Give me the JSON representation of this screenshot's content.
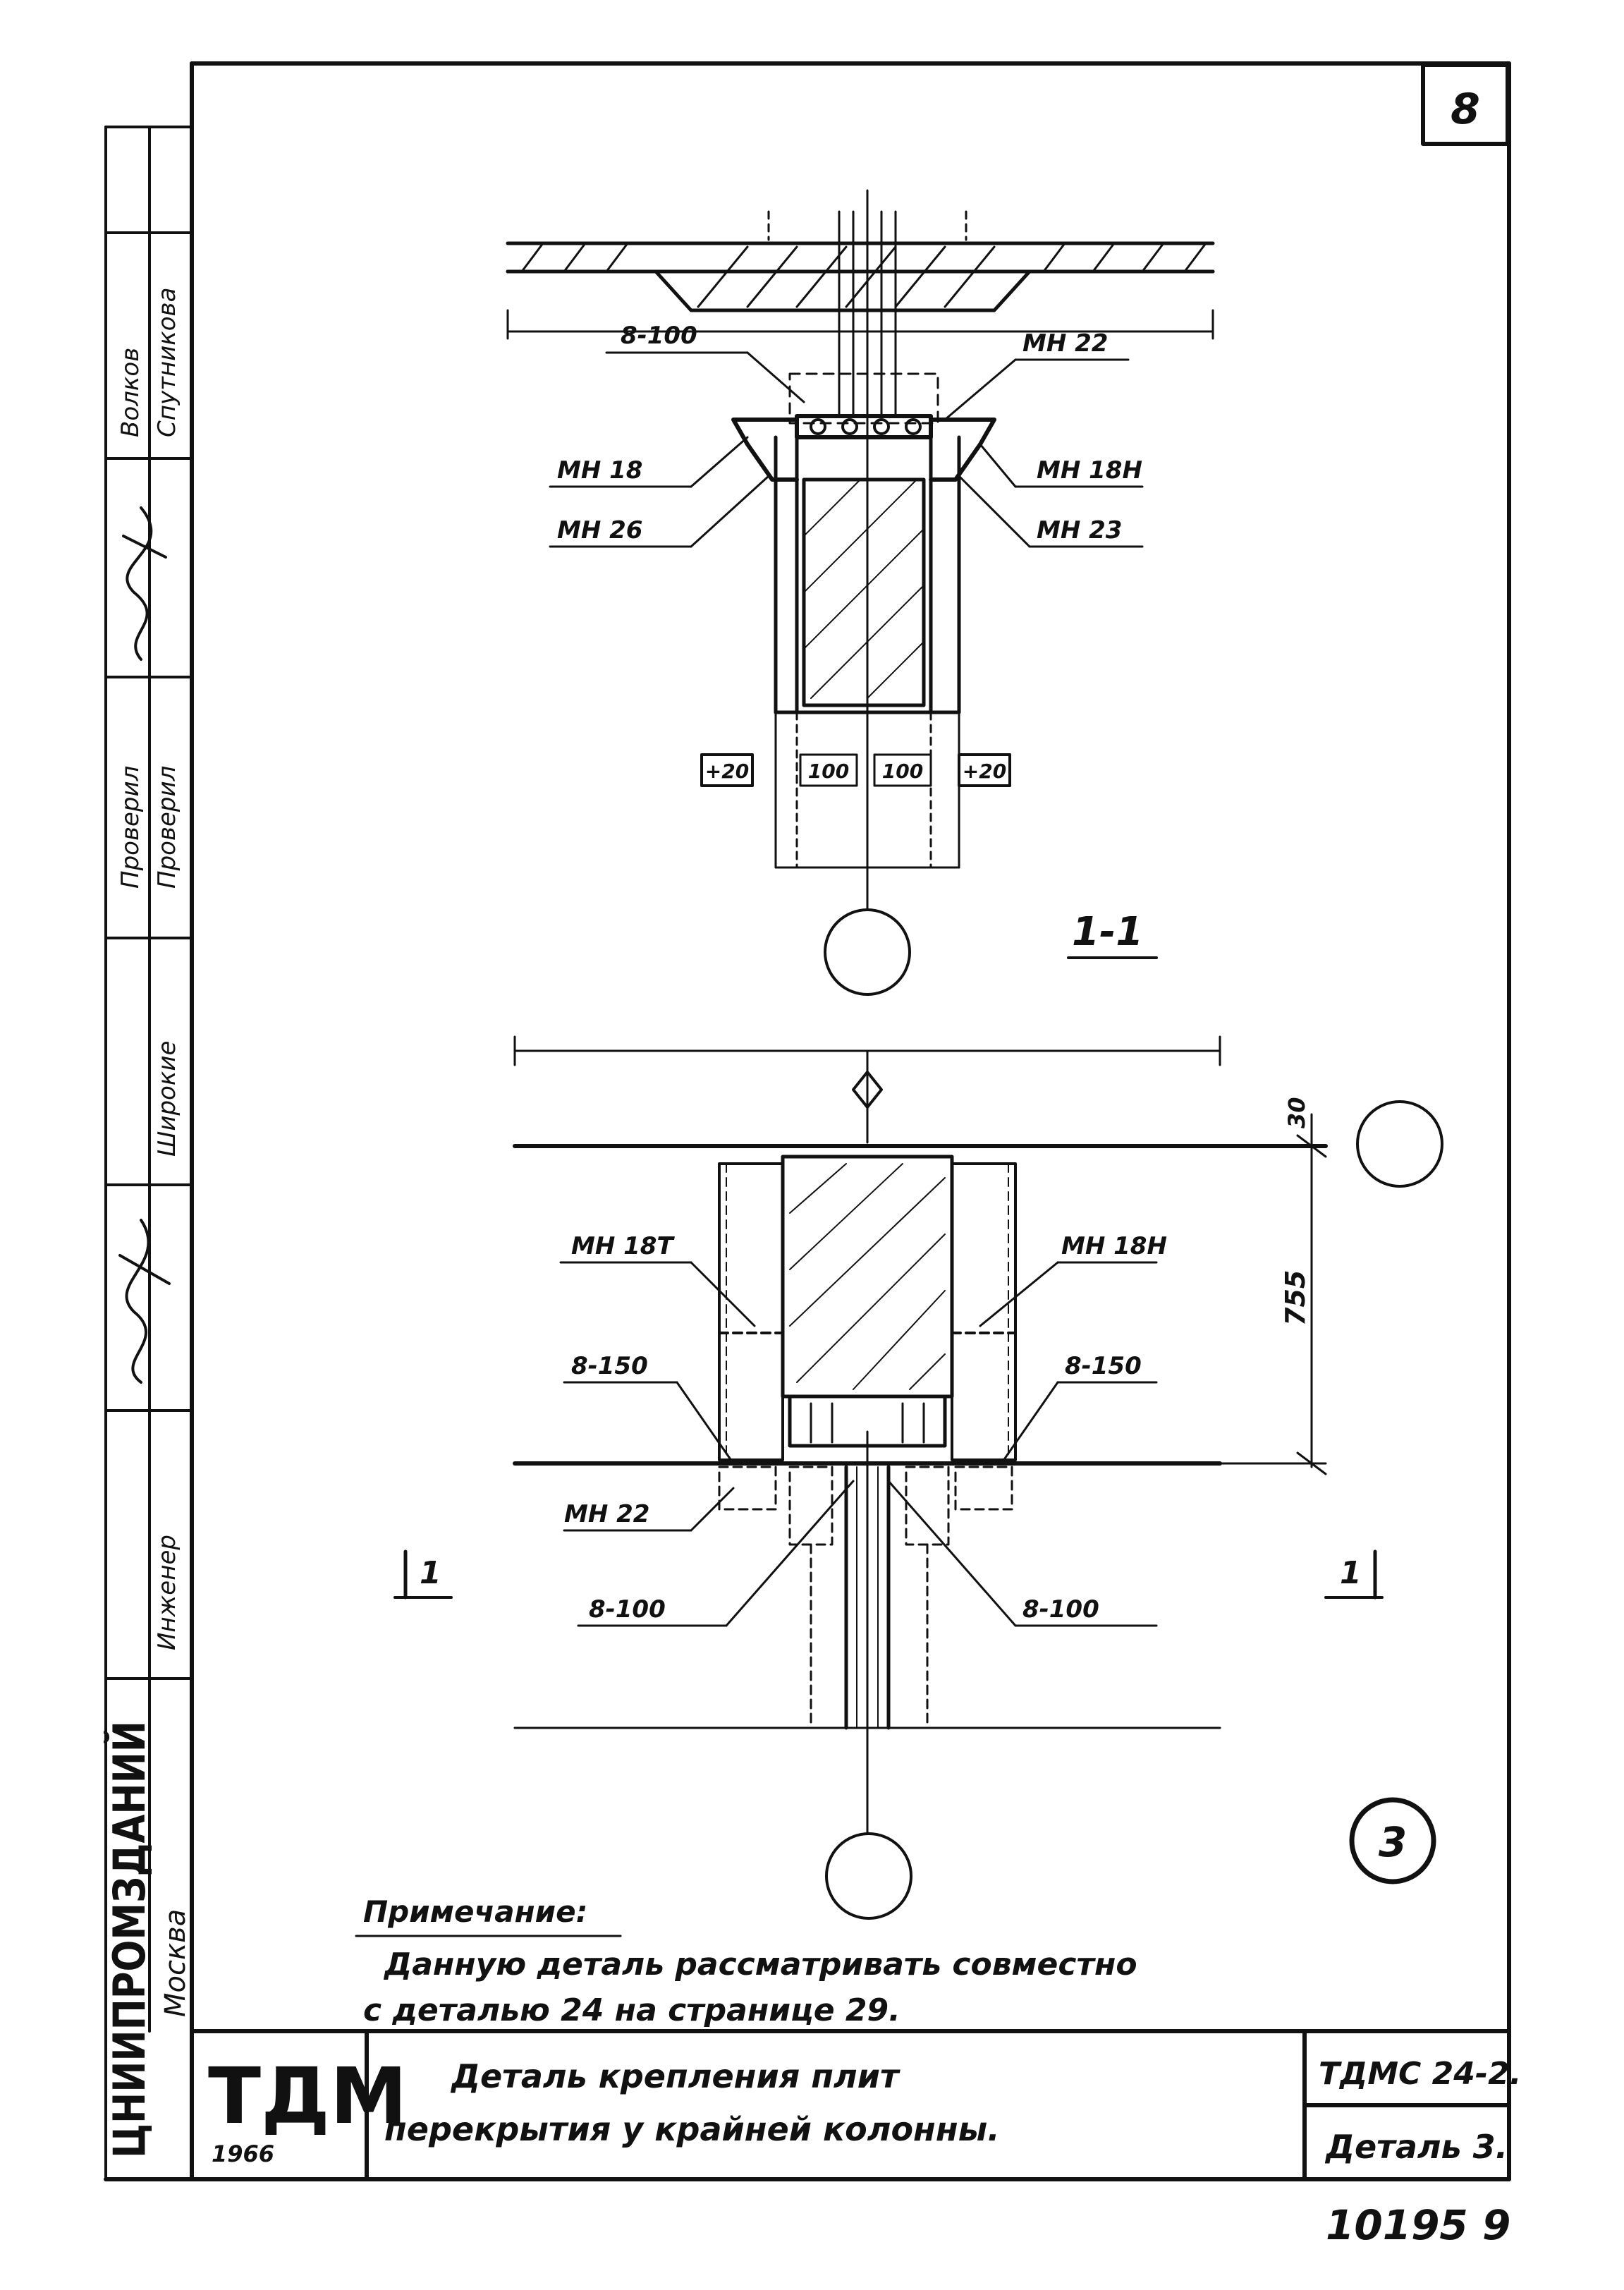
{
  "sheet": {
    "page_number": "8",
    "footer_number": "10195 9",
    "circle_label": "3"
  },
  "section_marks": {
    "section_title": "1-1",
    "cut_left": "1",
    "cut_right": "1"
  },
  "top_view": {
    "labels": {
      "rebar_top": "8-100",
      "mn22": "MH 22",
      "mn18_left": "MH 18",
      "mn26": "MH 26",
      "mn18n_right": "MH 18Н",
      "mn23": "MH 23"
    },
    "dims": [
      "+20",
      "100",
      "100",
      "+20"
    ]
  },
  "bottom_view": {
    "labels": {
      "mn18t": "MH 18Т",
      "mn18n": "MH 18Н",
      "rebar_150_left": "8-150",
      "rebar_150_right": "8-150",
      "mn22": "MH 22",
      "rebar_100_left": "8-100",
      "rebar_100_right": "8-100"
    },
    "dims": {
      "top": "30",
      "height": "755"
    }
  },
  "note": {
    "title": "Примечание:",
    "line1": "Данную деталь рассматривать совместно",
    "line2": "с деталью 24  на странице 29."
  },
  "title_block": {
    "logo": "ТДМ",
    "year": "1966",
    "title_line1": "Деталь  крепления  плит",
    "title_line2": "перекрытия  у крайней  колонны.",
    "code": "ТДМС 24-2.",
    "detail": "Деталь 3."
  },
  "side_strip": {
    "org": "ЦНИИПРОМЗДАНИЙ",
    "city": "Москва",
    "roles": [
      "Инженер",
      "Проверил",
      "Проверил"
    ],
    "names": [
      "Широкие",
      "Волков",
      "Спутникова"
    ]
  }
}
